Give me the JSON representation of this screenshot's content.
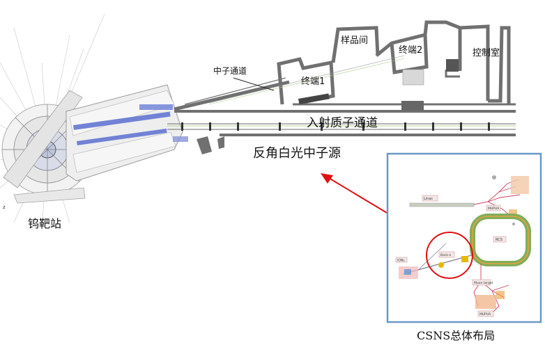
{
  "labels": {
    "neutron_channel": "中子通道",
    "sample_room": "样品间",
    "endstation_1": "终端1",
    "endstation_2": "终端2",
    "control_room": "控制室",
    "proton_channel": "入射质子通道",
    "back_n_source": "反角白光中子源",
    "tungsten_target": "钨靶站",
    "csns_layout": "CSNS总体布局"
  },
  "inset_labels": {
    "linac": "Linac",
    "rcs": "RCS",
    "back_n": "Back-n",
    "muon_target": "Muon target",
    "mu_sr_1": "MUPUA",
    "mu_sr_2": "MUPUA",
    "ion": "IONs"
  },
  "colors": {
    "wall": "#707070",
    "beam_blue": "#5b6fd0",
    "inset_border": "#6a98c8",
    "arrow": "#e01010",
    "ring_green": "#7fae5a",
    "ring_orange": "#e8a040",
    "red_lines": "#d04060"
  }
}
